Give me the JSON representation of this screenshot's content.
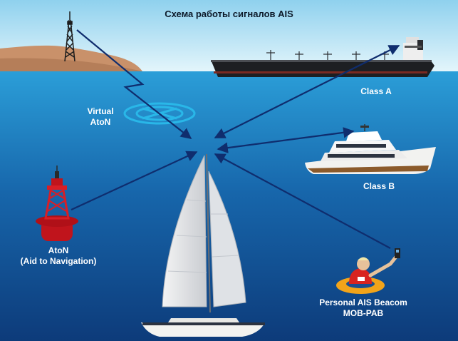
{
  "title": "Схема работы сигналов AIS",
  "labels": {
    "virtual_aton": [
      "Virtual",
      "AtoN"
    ],
    "class_a": "Class A",
    "class_b": "Class B",
    "aton": "AtoN",
    "aton_sub": "(Aid to Navigation)",
    "personal_ais": "Personal AIS Beacom",
    "mob_pab": "MOB-PAB"
  },
  "colors": {
    "sky_top": "#8fd1ee",
    "sky_bottom": "#dff3fb",
    "sea_top": "#2a9ad6",
    "sea_mid": "#1764a9",
    "sea_bottom": "#0e3f7f",
    "signal_line": "#0f2d6e",
    "shore": "#c9916a"
  }
}
